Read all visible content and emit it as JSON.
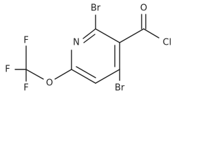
{
  "molecule": {
    "atoms": {
      "br_top": "Br",
      "br_bottom": "Br",
      "n_ring": "N",
      "o_carbonyl": "O",
      "cl_acyl": "Cl",
      "o_ether": "O",
      "f_top": "F",
      "f_left": "F",
      "f_bottom": "F"
    }
  }
}
